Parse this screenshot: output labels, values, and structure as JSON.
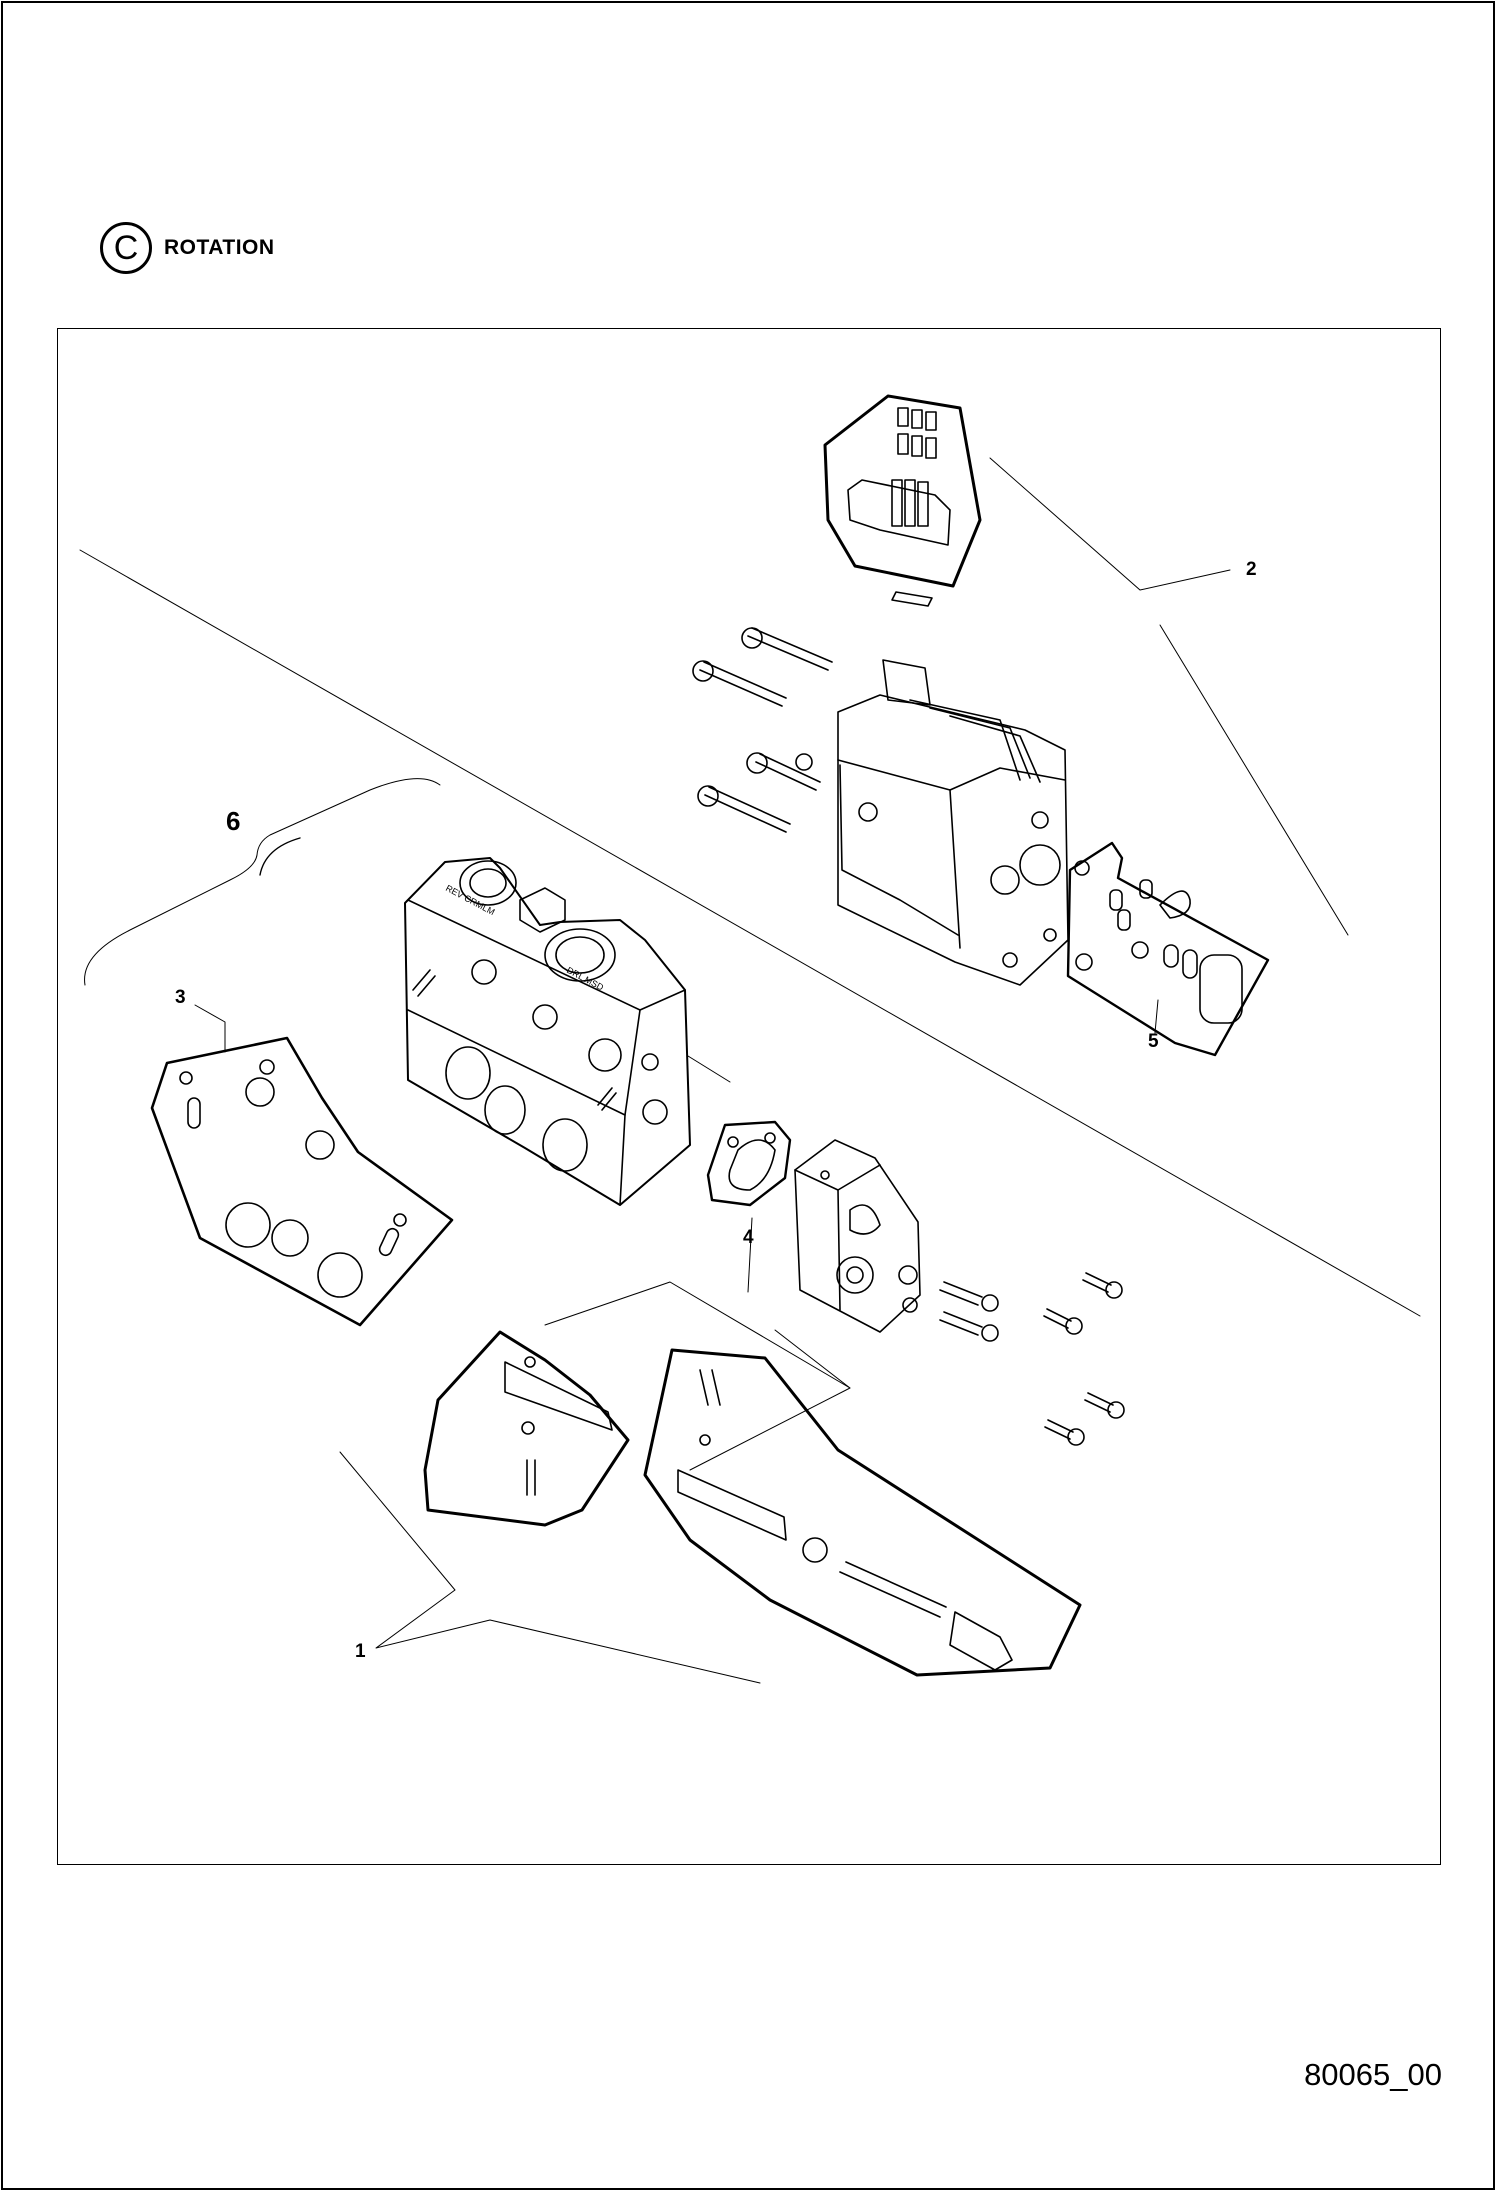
{
  "section": {
    "letter": "C",
    "title": "ROTATION"
  },
  "callouts": {
    "item_1": "1",
    "item_2": "2",
    "item_3": "3",
    "item_4": "4",
    "item_5": "5",
    "item_6": "6"
  },
  "housing_markings": {
    "label_a": "REV CRMLM",
    "label_b": "DRL MSD"
  },
  "drawing_id": "80065_00"
}
